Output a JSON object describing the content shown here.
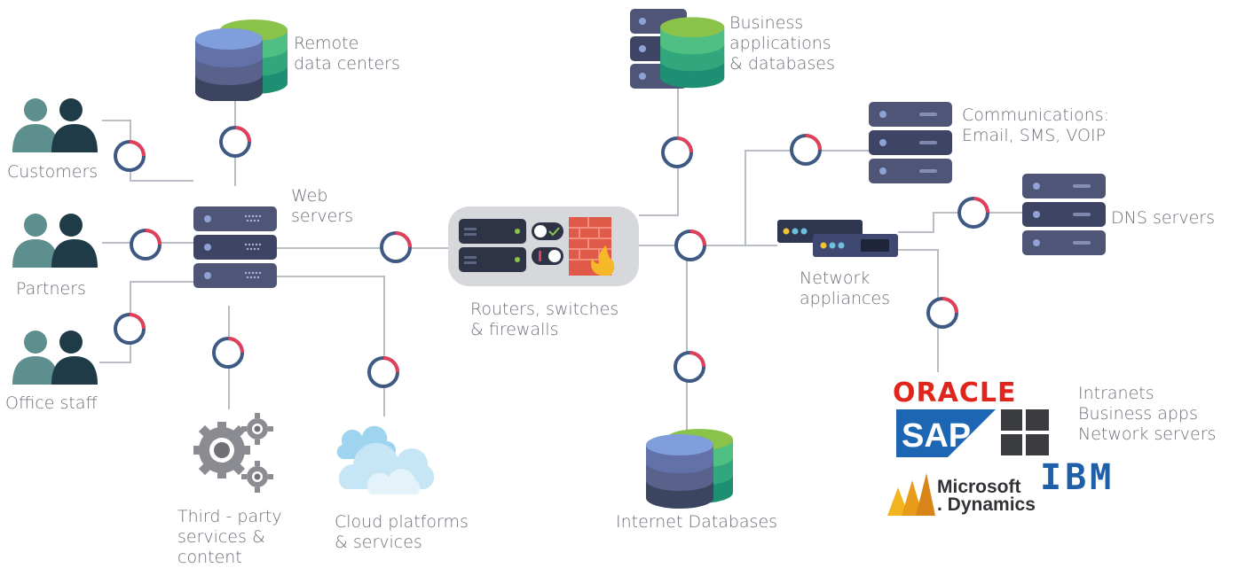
{
  "labels": {
    "remote_dc": "Remote\ndata centers",
    "customers": "Customers",
    "partners": "Partners",
    "office_staff": "Office staff",
    "web_servers": "Web\nservers",
    "third_party": "Third - party\nservices &\ncontent",
    "cloud": "Cloud platforms\n& services",
    "routers": "Routers, switches\n& firewalls",
    "business_apps": "Business\napplications\n& databases",
    "internet_db": "Internet Databases",
    "communications": "Communications:\nEmail, SMS, VOIP",
    "dns": "DNS servers",
    "network_appliances": "Network\nappliances",
    "enterprise": "Intranets\nBusiness apps\nNetwork servers"
  },
  "brands": {
    "oracle": "ORACLE",
    "sap": "SAP",
    "ibm": "IBM",
    "microsoft": "Microsoft",
    "dynamics": "Dynamics"
  },
  "icons": [
    "people-icon",
    "server-rack-icon",
    "database-icon",
    "router-icon",
    "firewall-icon",
    "gear-icon",
    "cloud-icon",
    "monitor-ring-icon",
    "windows-logo-icon"
  ],
  "colors": {
    "ring_blue": "#3e5a82",
    "ring_red": "#e0405a",
    "server": "#4e5577",
    "line": "#b8bcc4",
    "text": "#6b6f78"
  }
}
